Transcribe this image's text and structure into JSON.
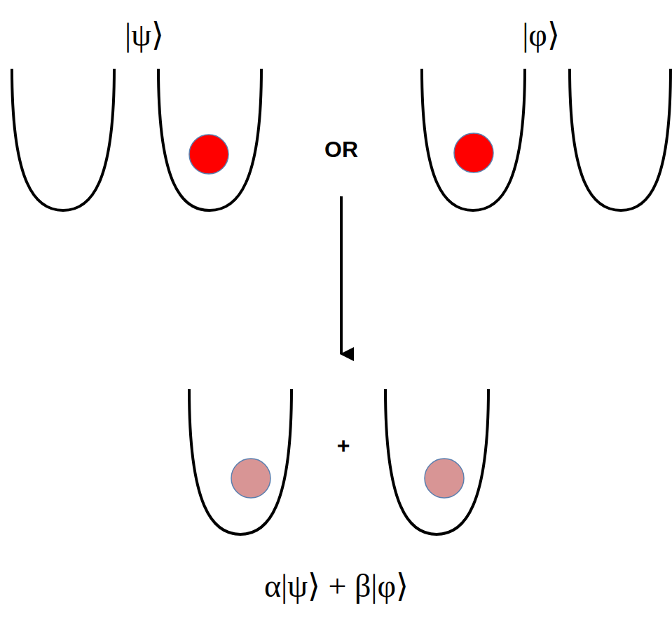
{
  "diagram": {
    "labels": [
      "|ψ⟩",
      "|φ⟩",
      "OR",
      "+",
      "α|ψ⟩ + β|φ⟩"
    ]
  }
}
